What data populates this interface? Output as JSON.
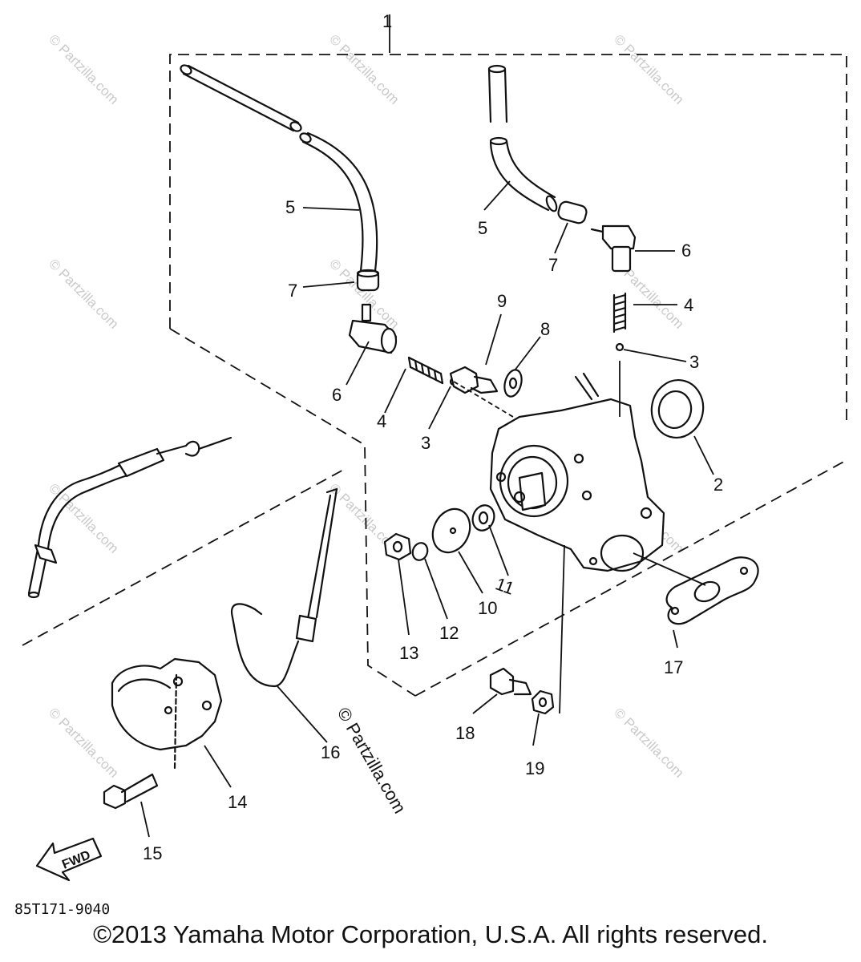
{
  "diagram_code": "85T171-9040",
  "copyright": "©2013 Yamaha Motor Corporation, U.S.A. All rights reserved.",
  "center_watermark": "© Partzilla.com",
  "watermark_text": "© Partzilla.com",
  "fwd_label": "FWD",
  "labels": {
    "l1": "1",
    "l2": "2",
    "l3a": "3",
    "l3b": "3",
    "l4a": "4",
    "l4b": "4",
    "l5a": "5",
    "l5b": "5",
    "l6a": "6",
    "l6b": "6",
    "l7a": "7",
    "l7b": "7",
    "l8": "8",
    "l9": "9",
    "l10": "10",
    "l11": "11",
    "l12": "12",
    "l13": "13",
    "l14": "14",
    "l15": "15",
    "l16": "16",
    "l17": "17",
    "l18": "18",
    "l19": "19"
  }
}
